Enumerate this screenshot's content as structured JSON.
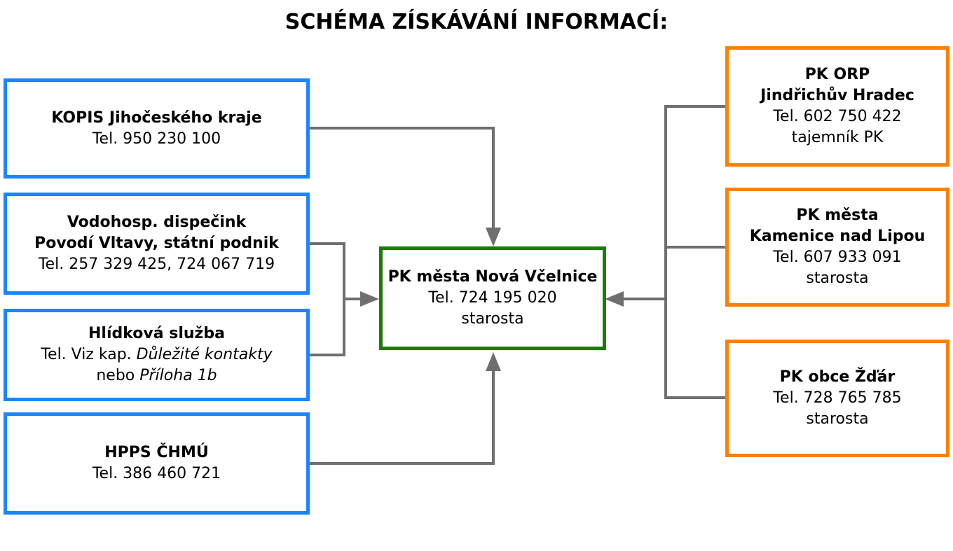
{
  "title": "SCHÉMA ZÍSKÁVÁNÍ INFORMACÍ:",
  "colors": {
    "left_border": "#1a85ff",
    "right_border": "#ff8000",
    "center_border": "#1a7d0a",
    "connector": "#6f6f6f"
  },
  "center": {
    "line1": "PK města Nová Včelnice",
    "line2": "Tel. 724 195 020",
    "line3": "starosta"
  },
  "left": {
    "kopis": {
      "line1": "KOPIS Jihočeského kraje",
      "line2": "Tel. 950 230 100"
    },
    "vodohosp": {
      "line1": "Vodohosp. dispečink",
      "line2": "Povodí Vltavy, státní podnik",
      "line3": "Tel. 257 329 425, 724 067 719"
    },
    "hlidkova": {
      "line1": "Hlídková služba",
      "line2_pre": "Tel. Viz kap. ",
      "line2_em": "Důležité kontakty",
      "line3_pre": "nebo ",
      "line3_em": "Příloha 1b"
    },
    "hpps": {
      "line1": "HPPS ČHMÚ",
      "line2": "Tel. 386 460 721"
    }
  },
  "right": {
    "orp": {
      "line1": "PK ORP",
      "line2": "Jindřichův Hradec",
      "line3": "Tel. 602 750 422",
      "line4": "tajemník PK"
    },
    "kamenice": {
      "line1": "PK města",
      "line2": "Kamenice nad Lipou",
      "line3": "Tel. 607 933 091",
      "line4": "starosta"
    },
    "zdar": {
      "line1": "PK obce Žďár",
      "line2": "Tel. 728 765 785",
      "line3": "starosta"
    }
  }
}
